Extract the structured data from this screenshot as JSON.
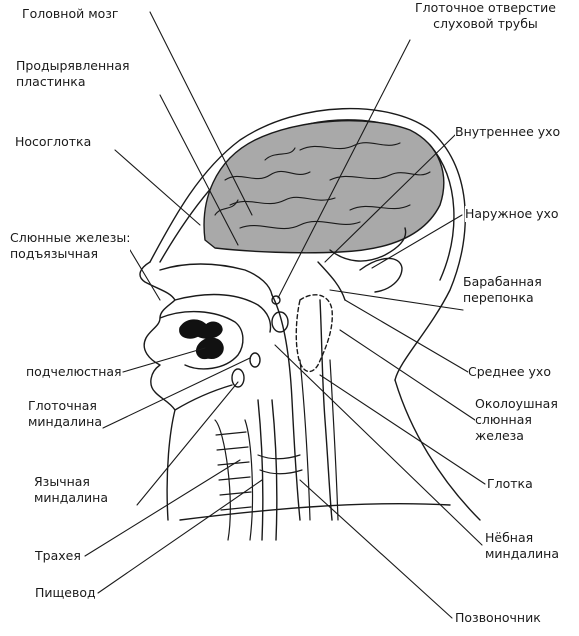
{
  "labels": {
    "brain": "Головной мозг",
    "pharyngeal_opening": [
      "Глоточное отверстие",
      "слуховой трубы"
    ],
    "cribriform_plate": [
      "Продырявленная",
      "пластинка"
    ],
    "inner_ear": "Внутреннее ухо",
    "nasopharynx": "Носоглотка",
    "outer_ear": "Наружное ухо",
    "salivary_sublingual": [
      "Слюнные железы:",
      "подъязычная"
    ],
    "eardrum": [
      "Барабанная",
      "перепонка"
    ],
    "submandibular": "подчелюстная",
    "middle_ear": "Среднее ухо",
    "pharyngeal_tonsil": [
      "Глоточная",
      "миндалина"
    ],
    "parotid": [
      "Околоушная",
      "слюнная",
      "железа"
    ],
    "lingual_tonsil": [
      "Язычная",
      "миндалина"
    ],
    "pharynx": "Глотка",
    "trachea": "Трахея",
    "palatine_tonsil": [
      "Нёбная",
      "миндалина"
    ],
    "esophagus": "Пищевод",
    "spine": "Позвоночник"
  },
  "colors": {
    "line": "#1a1a1a",
    "brain_fill": "#a9a9a9",
    "gland_fill": "#111111",
    "background": "#ffffff"
  }
}
